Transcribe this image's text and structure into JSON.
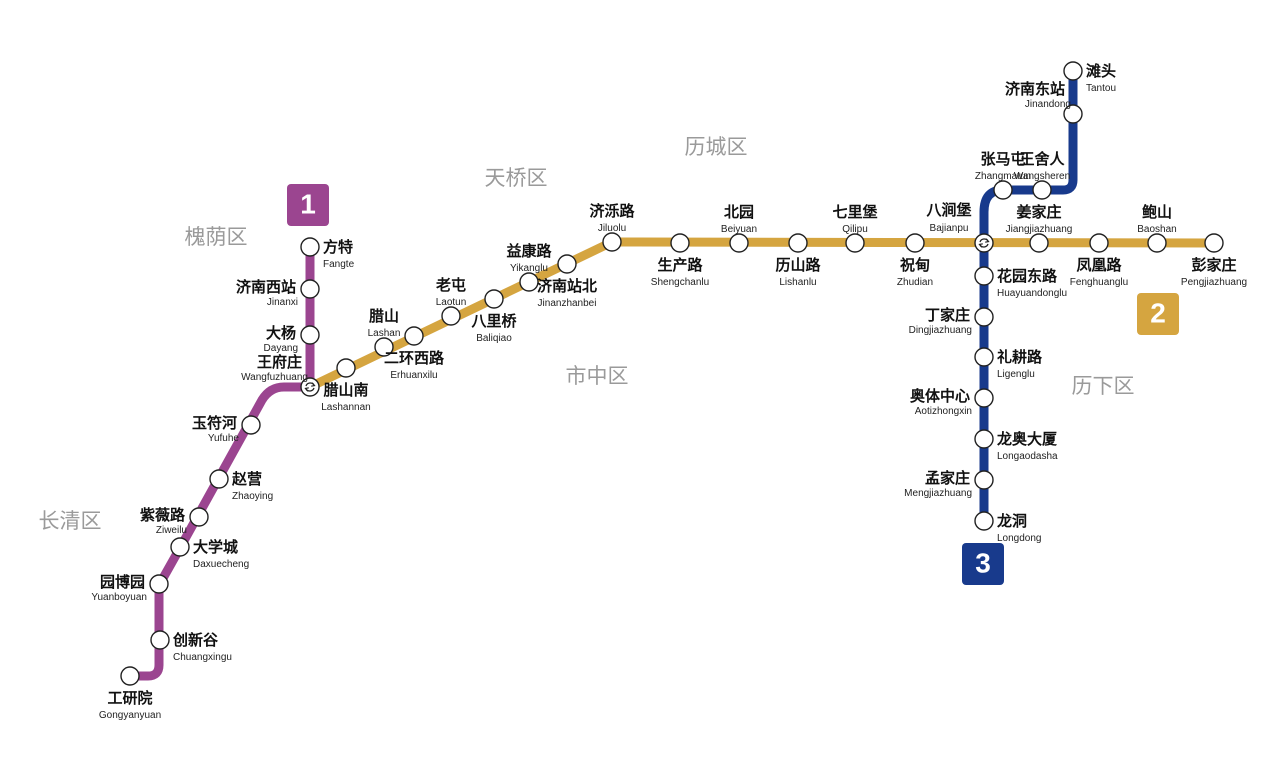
{
  "colors": {
    "line1": "#9b4590",
    "line2": "#d5a540",
    "line3": "#183a8c",
    "station_fill": "#ffffff",
    "station_stroke": "#222222",
    "district_text": "#9a9a9a"
  },
  "lines": [
    {
      "id": "line1",
      "badge": "1",
      "color": "#9b4590"
    },
    {
      "id": "line2",
      "badge": "2",
      "color": "#d5a540"
    },
    {
      "id": "line3",
      "badge": "3",
      "color": "#183a8c"
    }
  ],
  "districts": [
    {
      "id": "huaiyin",
      "name": "槐荫区"
    },
    {
      "id": "tianqiao",
      "name": "天桥区"
    },
    {
      "id": "licheng",
      "name": "历城区"
    },
    {
      "id": "shizhong",
      "name": "市中区"
    },
    {
      "id": "lixia",
      "name": "历下区"
    },
    {
      "id": "changqing",
      "name": "长清区"
    }
  ],
  "stations": [
    {
      "id": "fangte",
      "zh": "方特",
      "py": "Fangte",
      "line": "line1"
    },
    {
      "id": "jinanxi",
      "zh": "济南西站",
      "py": "Jinanxi",
      "line": "line1"
    },
    {
      "id": "dayang",
      "zh": "大杨",
      "py": "Dayang",
      "line": "line1"
    },
    {
      "id": "wangfuzhuang",
      "zh": "王府庄",
      "py": "Wangfuzhuang",
      "line": "line1",
      "interchange": true
    },
    {
      "id": "yufuhe",
      "zh": "玉符河",
      "py": "Yufuhe",
      "line": "line1"
    },
    {
      "id": "zhaoying",
      "zh": "赵营",
      "py": "Zhaoying",
      "line": "line1"
    },
    {
      "id": "ziweilu",
      "zh": "紫薇路",
      "py": "Ziweilu",
      "line": "line1"
    },
    {
      "id": "daxuecheng",
      "zh": "大学城",
      "py": "Daxuecheng",
      "line": "line1"
    },
    {
      "id": "yuanboyuan",
      "zh": "园博园",
      "py": "Yuanboyuan",
      "line": "line1"
    },
    {
      "id": "chuangxingu",
      "zh": "创新谷",
      "py": "Chuangxingu",
      "line": "line1"
    },
    {
      "id": "gongyanyuan",
      "zh": "工研院",
      "py": "Gongyanyuan",
      "line": "line1"
    },
    {
      "id": "lashannan",
      "zh": "腊山南",
      "py": "Lashannan",
      "line": "line2"
    },
    {
      "id": "lashan",
      "zh": "腊山",
      "py": "Lashan",
      "line": "line2"
    },
    {
      "id": "erhuanxilu",
      "zh": "二环西路",
      "py": "Erhuanxilu",
      "line": "line2"
    },
    {
      "id": "laotun",
      "zh": "老屯",
      "py": "Laotun",
      "line": "line2"
    },
    {
      "id": "baliqiao",
      "zh": "八里桥",
      "py": "Baliqiao",
      "line": "line2"
    },
    {
      "id": "yikanglu",
      "zh": "益康路",
      "py": "Yikanglu",
      "line": "line2"
    },
    {
      "id": "jinanzhanbei",
      "zh": "济南站北",
      "py": "Jinanzhanbei",
      "line": "line2"
    },
    {
      "id": "jiluolu",
      "zh": "济泺路",
      "py": "Jiluolu",
      "line": "line2"
    },
    {
      "id": "shengchanlu",
      "zh": "生产路",
      "py": "Shengchanlu",
      "line": "line2"
    },
    {
      "id": "beiyuan",
      "zh": "北园",
      "py": "Beiyuan",
      "line": "line2"
    },
    {
      "id": "lishanlu",
      "zh": "历山路",
      "py": "Lishanlu",
      "line": "line2"
    },
    {
      "id": "qilipu",
      "zh": "七里堡",
      "py": "Qilipu",
      "line": "line2"
    },
    {
      "id": "zhudian",
      "zh": "祝甸",
      "py": "Zhudian",
      "line": "line2"
    },
    {
      "id": "bajianpu",
      "zh": "八涧堡",
      "py": "Bajianpu",
      "line": "line2",
      "interchange": true
    },
    {
      "id": "jiangjiazhuang",
      "zh": "姜家庄",
      "py": "Jiangjiazhuang",
      "line": "line2"
    },
    {
      "id": "fenghuanglu",
      "zh": "凤凰路",
      "py": "Fenghuanglu",
      "line": "line2"
    },
    {
      "id": "baoshan",
      "zh": "鲍山",
      "py": "Baoshan",
      "line": "line2"
    },
    {
      "id": "pengjiazhuang",
      "zh": "彭家庄",
      "py": "Pengjiazhuang",
      "line": "line2"
    },
    {
      "id": "tantou",
      "zh": "滩头",
      "py": "Tantou",
      "line": "line3"
    },
    {
      "id": "jinandong",
      "zh": "济南东站",
      "py": "Jinandong",
      "line": "line3"
    },
    {
      "id": "wangsheren",
      "zh": "王舍人",
      "py": "Wangsheren",
      "line": "line3"
    },
    {
      "id": "zhangmatun",
      "zh": "张马屯",
      "py": "Zhangmatun",
      "line": "line3"
    },
    {
      "id": "huayuandonglu",
      "zh": "花园东路",
      "py": "Huayuandonglu",
      "line": "line3"
    },
    {
      "id": "dingjiazhuang",
      "zh": "丁家庄",
      "py": "Dingjiazhuang",
      "line": "line3"
    },
    {
      "id": "ligenglu",
      "zh": "礼耕路",
      "py": "Ligenglu",
      "line": "line3"
    },
    {
      "id": "aotizhongxin",
      "zh": "奥体中心",
      "py": "Aotizhongxin",
      "line": "line3"
    },
    {
      "id": "longaodasha",
      "zh": "龙奥大厦",
      "py": "Longaodasha",
      "line": "line3"
    },
    {
      "id": "mengjiazhuang",
      "zh": "孟家庄",
      "py": "Mengjiazhuang",
      "line": "line3"
    },
    {
      "id": "longdong",
      "zh": "龙洞",
      "py": "Longdong",
      "line": "line3"
    }
  ],
  "icons": {
    "interchange": "interchange-arrows-icon"
  }
}
